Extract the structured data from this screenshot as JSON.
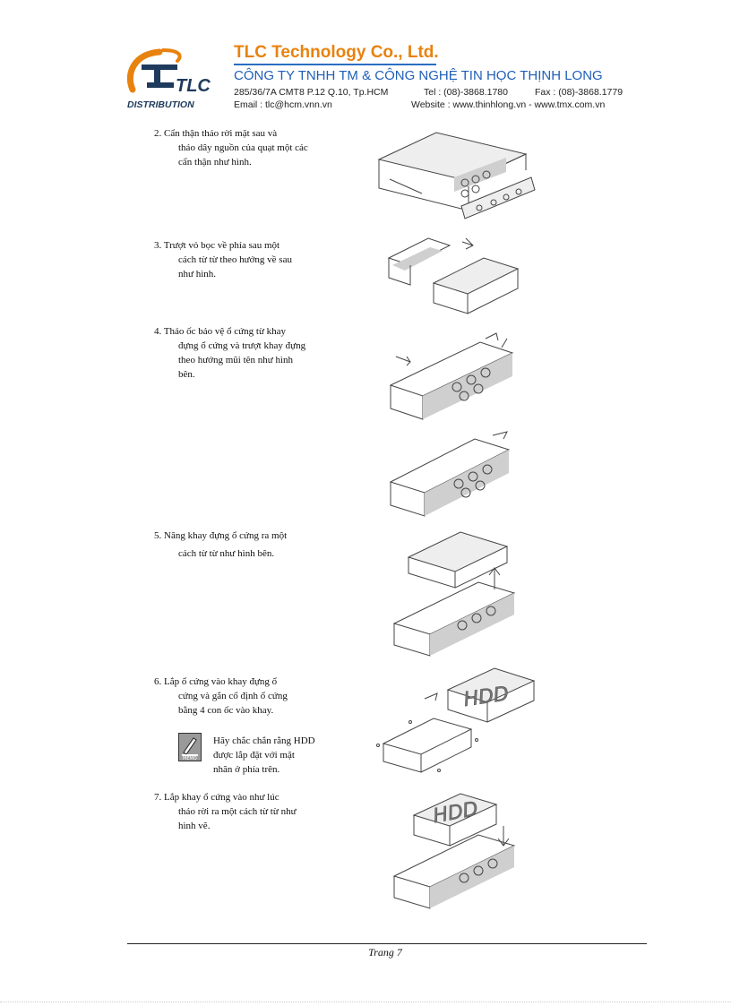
{
  "header": {
    "logo_text": "TLC",
    "logo_subtext": "DISTRIBUTION",
    "company_en": "TLC Technology Co., Ltd.",
    "company_vn": "CÔNG TY TNHH TM & CÔNG NGHỆ TIN HỌC THỊNH LONG",
    "address": "285/36/7A CMT8 P.12 Q.10, Tp.HCM",
    "tel": "Tel : (08)-3868.1780",
    "fax": "Fax : (08)-3868.1779",
    "email": "Email : tlc@hcm.vnn.vn",
    "website": "Website : www.thinhlong.vn  -  www.tmx.com.vn",
    "accent_orange": "#e8820e",
    "accent_blue": "#1f5fb8"
  },
  "steps": [
    {
      "first": "2. Cẩn thận tháo rời mặt sau và",
      "rest": [
        "tháo dây nguồn của quạt một các",
        "cẩn thận như hình."
      ]
    },
    {
      "first": "3. Trượt vỏ  bọc về phía sau một",
      "rest": [
        "cách từ  từ theo hướng về sau",
        "như hình."
      ]
    },
    {
      "first": "4. Tháo ốc bảo vệ           ổ  cứng từ khay",
      "rest": [
        "đựng ổ cứng và trượt khay đựng",
        "theo hướng mũi tên như hình",
        "bên."
      ]
    },
    {
      "first": "5. Nâng khay đựng          ổ  cứng ra một",
      "rest": [
        "cách từ từ như hình bên."
      ]
    },
    {
      "first": "6.    Lắp    ổ  cứng vào khay         đựng    ổ",
      "rest": [
        "cứng và gắn cố           định  ổ  cứng",
        "bằng 4 con ốc vào khay."
      ]
    },
    {
      "first": "7. Lắp khay ổ cứng vào như lúc",
      "rest": [
        "tháo rời ra một cách từ từ như",
        "hình vẽ."
      ]
    }
  ],
  "note": {
    "icon": "memo-note-icon",
    "text_lines": [
      "Hãy chắc chắn rằng HDD",
      "được lắp          đặt với mặt",
      "nhãn ở phía trên."
    ]
  },
  "illustrations": {
    "hdd_label": "HDD"
  },
  "footer": {
    "page_label": "Trang 7"
  }
}
